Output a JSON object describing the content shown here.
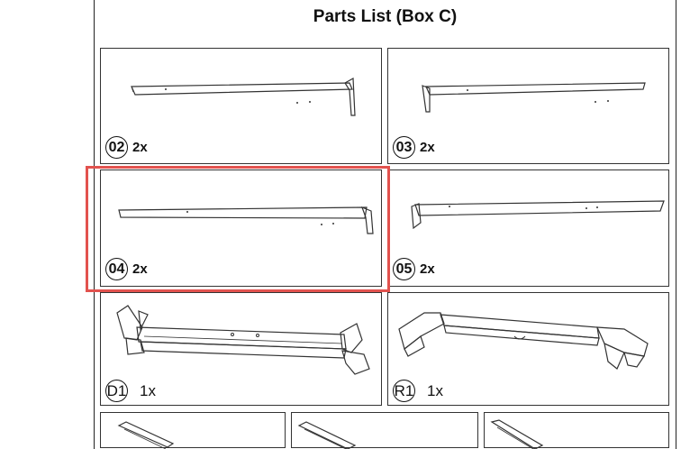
{
  "document": {
    "title": "Parts List (Box C)"
  },
  "parts": [
    {
      "code": "02",
      "qty": "2x",
      "style": "bold"
    },
    {
      "code": "03",
      "qty": "2x",
      "style": "bold"
    },
    {
      "code": "04",
      "qty": "2x",
      "style": "bold"
    },
    {
      "code": "05",
      "qty": "2x",
      "style": "bold"
    },
    {
      "code": "D1",
      "qty": "1x",
      "style": "plain"
    },
    {
      "code": "R1",
      "qty": "1x",
      "style": "plain"
    }
  ],
  "colors": {
    "highlight": "#e2524e",
    "line": "#333333"
  }
}
